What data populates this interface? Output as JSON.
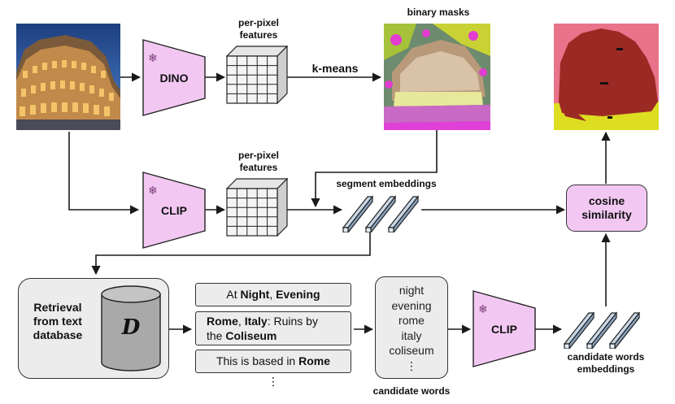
{
  "labels": {
    "dino": "DINO",
    "clip_top": "CLIP",
    "clip_bottom": "CLIP",
    "per_pixel_1": "per-pixel features",
    "per_pixel_2": "per-pixel features",
    "kmeans": "k-means",
    "binary_masks": "binary masks",
    "segment_embeddings": "segment embeddings",
    "cosine": "cosine similarity",
    "retrieval": "Retrieval from text database",
    "db_symbol": "D",
    "candidate_words": "candidate words",
    "candidate_words_embeddings": "candidate words embeddings",
    "vdots": "⋮"
  },
  "captions": [
    [
      {
        "t": "At ",
        "b": false
      },
      {
        "t": "Night",
        "b": true
      },
      {
        "t": ", ",
        "b": false
      },
      {
        "t": "Evening",
        "b": true
      }
    ],
    [
      {
        "t": "Rome",
        "b": true
      },
      {
        "t": ", ",
        "b": false
      },
      {
        "t": "Italy",
        "b": true
      },
      {
        "t": ": Ruins by",
        "b": false
      },
      {
        "t": "\n",
        "b": false
      },
      {
        "t": "the ",
        "b": false
      },
      {
        "t": "Coliseum",
        "b": true
      }
    ],
    [
      {
        "t": "This is based in ",
        "b": false
      },
      {
        "t": "Rome",
        "b": true
      }
    ]
  ],
  "words": [
    "night",
    "evening",
    "rome",
    "italy",
    "coliseum",
    "⋮"
  ],
  "icons": {
    "frozen": "snowflake-icon"
  }
}
